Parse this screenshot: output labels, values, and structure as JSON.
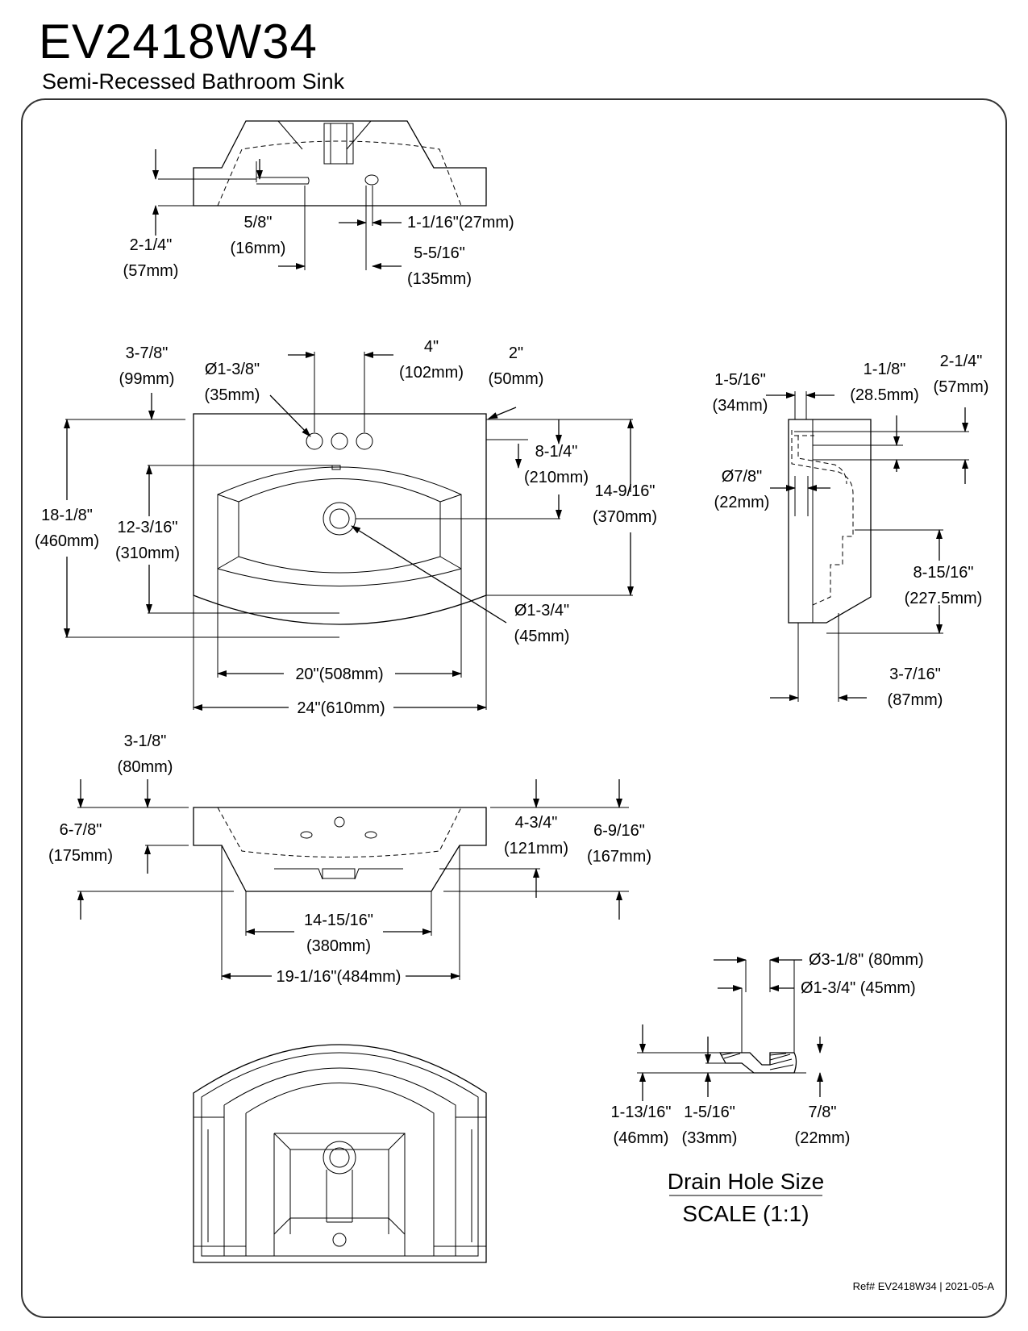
{
  "header": {
    "model": "EV2418W34",
    "description": "Semi-Recessed Bathroom Sink"
  },
  "footer": {
    "ref": "Ref# EV2418W34 | 2021-05-A"
  },
  "views": {
    "rear": {
      "dim_height_in": "2-1/4\"",
      "dim_height_mm": "(57mm)",
      "dim_slot_in": "5/8\"",
      "dim_slot_mm": "(16mm)",
      "dim_hole_gap": "1-1/16\"(27mm)",
      "dim_center_in": "5-5/16\"",
      "dim_center_mm": "(135mm)"
    },
    "top": {
      "dim_left_in": "3-7/8\"",
      "dim_left_mm": "(99mm)",
      "dim_hole_dia_in": "Ø1-3/8\"",
      "dim_hole_dia_mm": "(35mm)",
      "dim_spacing_in": "4\"",
      "dim_spacing_mm": "(102mm)",
      "dim_back_in": "2\"",
      "dim_back_mm": "(50mm)",
      "dim_depth_in": "18-1/8\"",
      "dim_depth_mm": "(460mm)",
      "dim_bowl_in": "12-3/16\"",
      "dim_bowl_mm": "(310mm)",
      "dim_drain_back_in": "8-1/4\"",
      "dim_drain_back_mm": "(210mm)",
      "dim_deck_in": "14-9/16\"",
      "dim_deck_mm": "(370mm)",
      "dim_drain_dia_in": "Ø1-3/4\"",
      "dim_drain_dia_mm": "(45mm)",
      "dim_inner_width": "20\"(508mm)",
      "dim_width": "24\"(610mm)"
    },
    "side": {
      "dim_wall_in": "1-5/16\"",
      "dim_wall_mm": "(34mm)",
      "dim_rim_in": "1-1/8\"",
      "dim_rim_mm": "(28.5mm)",
      "dim_top_in": "2-1/4\"",
      "dim_top_mm": "(57mm)",
      "dim_overflow_in": "Ø7/8\"",
      "dim_overflow_mm": "(22mm)",
      "dim_drain_h_in": "8-15/16\"",
      "dim_drain_h_mm": "(227.5mm)",
      "dim_drain_off_in": "3-7/16\"",
      "dim_drain_off_mm": "(87mm)"
    },
    "front": {
      "dim_deck_to_edge_in": "3-1/8\"",
      "dim_deck_to_edge_mm": "(80mm)",
      "dim_total_h_in": "6-7/8\"",
      "dim_total_h_mm": "(175mm)",
      "dim_bowl_h_in": "4-3/4\"",
      "dim_bowl_h_mm": "(121mm)",
      "dim_below_in": "6-9/16\"",
      "dim_below_mm": "(167mm)",
      "dim_bottom_in": "14-15/16\"",
      "dim_bottom_mm": "(380mm)",
      "dim_bowl_w": "19-1/16\"(484mm)"
    },
    "drain": {
      "dim_outer": "Ø3-1/8\" (80mm)",
      "dim_inner": "Ø1-3/4\" (45mm)",
      "dim_a_in": "1-13/16\"",
      "dim_a_mm": "(46mm)",
      "dim_b_in": "1-5/16\"",
      "dim_b_mm": "(33mm)",
      "dim_c_in": "7/8\"",
      "dim_c_mm": "(22mm)",
      "caption": "Drain Hole Size",
      "scale": "SCALE (1:1)"
    }
  }
}
